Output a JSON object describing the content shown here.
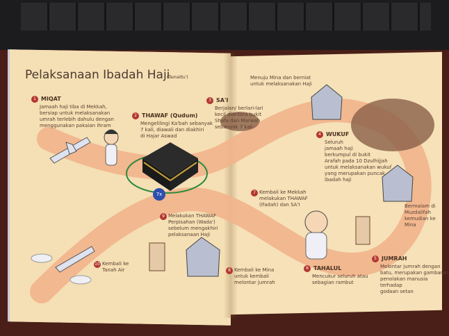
{
  "title": "Pelaksanaan Ibadah Haji",
  "subtitle": "(Tamattu')",
  "steps": [
    {
      "num": "1",
      "name": "MIQAT",
      "text": [
        "Jamaah haji tiba di Mekkah,",
        "bersiap untuk melaksanakan",
        "umrah terlebih dahulu dengan",
        "menggunakan pakaian ihram"
      ]
    },
    {
      "num": "2",
      "name": "THAWAF (Qudum)",
      "text": [
        "Mengelilingi Ka'bah sebanyak",
        "7 kali, diawali dan diakhiri",
        "di Hajar Aswad"
      ]
    },
    {
      "num": "3",
      "name": "SA'I",
      "text": [
        "Berjalan/ berlari-lari",
        "kecil diantara bukit",
        "Shafa dan Marwah",
        "sebanyak 7 kali"
      ]
    },
    {
      "num": "4",
      "name": "WUKUF",
      "text": [
        "Seluruh",
        "jamaah haji",
        "berkumpul di bukit",
        "Arafah pada 10 Dzulhijjah",
        "untuk melaksanakan wukuf",
        "yang merupakan puncak",
        "ibadah haji"
      ]
    },
    {
      "num": "5",
      "name": "JUMRAH",
      "text": [
        "Melontar jumrah dengan",
        "batu, merupakan gambaran",
        "penolakan manusia terhadap",
        "godaan setan"
      ]
    },
    {
      "num": "6",
      "name": "TAHALUL",
      "text": [
        "Mencukur seluruh atau",
        "sebagian rambut"
      ]
    },
    {
      "num": "7",
      "text": [
        "Kembali ke Mekkah",
        "melakukan THAWAF",
        "(Ifadah) dan SA'I"
      ]
    },
    {
      "num": "8",
      "text": [
        "Kembali ke Mina",
        "untuk kembali",
        "melontar jumrah"
      ]
    },
    {
      "num": "9",
      "text": [
        "Melakukan THAWAF",
        "Perpisahan (Wada')",
        "sebelum mengakhiri",
        "pelaksanaan Haji"
      ]
    },
    {
      "num": "10",
      "text": [
        "Kembali ke",
        "Tanah Air"
      ]
    }
  ],
  "notes": {
    "mina": [
      "Menuju Mina dan berniat",
      "untuk melaksanakan Haji"
    ],
    "muzdalifah": [
      "Bermalam di",
      "Muzdalifah",
      "kemudian ke",
      "Mina"
    ]
  },
  "kaaba_badge": "7x",
  "colors": {
    "page": "#f5dfb4",
    "path": "#f2b48c",
    "badge": "#b3362f",
    "arrow": "#2e8b3e"
  }
}
